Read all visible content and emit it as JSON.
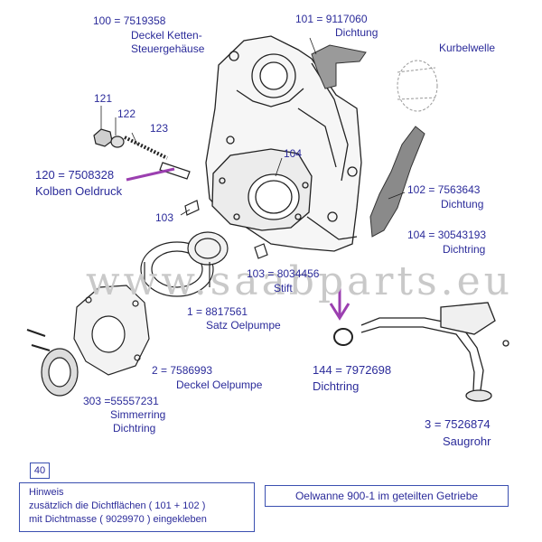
{
  "labels": {
    "l100": "100 = 7519358",
    "l100b": "Deckel Ketten-",
    "l100c": "Steuergehäuse",
    "l101": "101 = 9117060",
    "l101b": "Dichtung",
    "kurbelwelle": "Kurbelwelle",
    "l121": "121",
    "l122": "122",
    "l123": "123",
    "l120": "120 = 7508328",
    "l120b": "Kolben Oeldruck",
    "l104a": "104",
    "l103a": "103",
    "l102": "102 = 7563643",
    "l102b": "Dichtung",
    "l104": "104 = 30543193",
    "l104b": "Dichtring",
    "l103": "103 = 8034456",
    "l103b": "Stift",
    "l1": "1 = 8817561",
    "l1b": "Satz Oelpumpe",
    "l2": "2  =  7586993",
    "l2b": "Deckel Oelpumpe",
    "l303": "303 =55557231",
    "l303b": "Simmerring",
    "l303c": "Dichtring",
    "l144": "144 = 7972698",
    "l144b": "Dichtring",
    "l3": "3 = 7526874",
    "l3b": "Saugrohr"
  },
  "watermark": "www.saabparts.eu",
  "page_number": "40",
  "note": {
    "line1": "Hinweis",
    "line2": "zusätzlich die Dichtflächen ( 101 + 102 )",
    "line3": " mit Dichtmasse  ( 9029970 ) eingekleben"
  },
  "caption": "Oelwanne  900-1 im geteilten Getriebe",
  "colors": {
    "label": "#2b2b9a",
    "arrow": "#9b3fb0",
    "line": "#222222",
    "shade": "#8a8a8a"
  }
}
